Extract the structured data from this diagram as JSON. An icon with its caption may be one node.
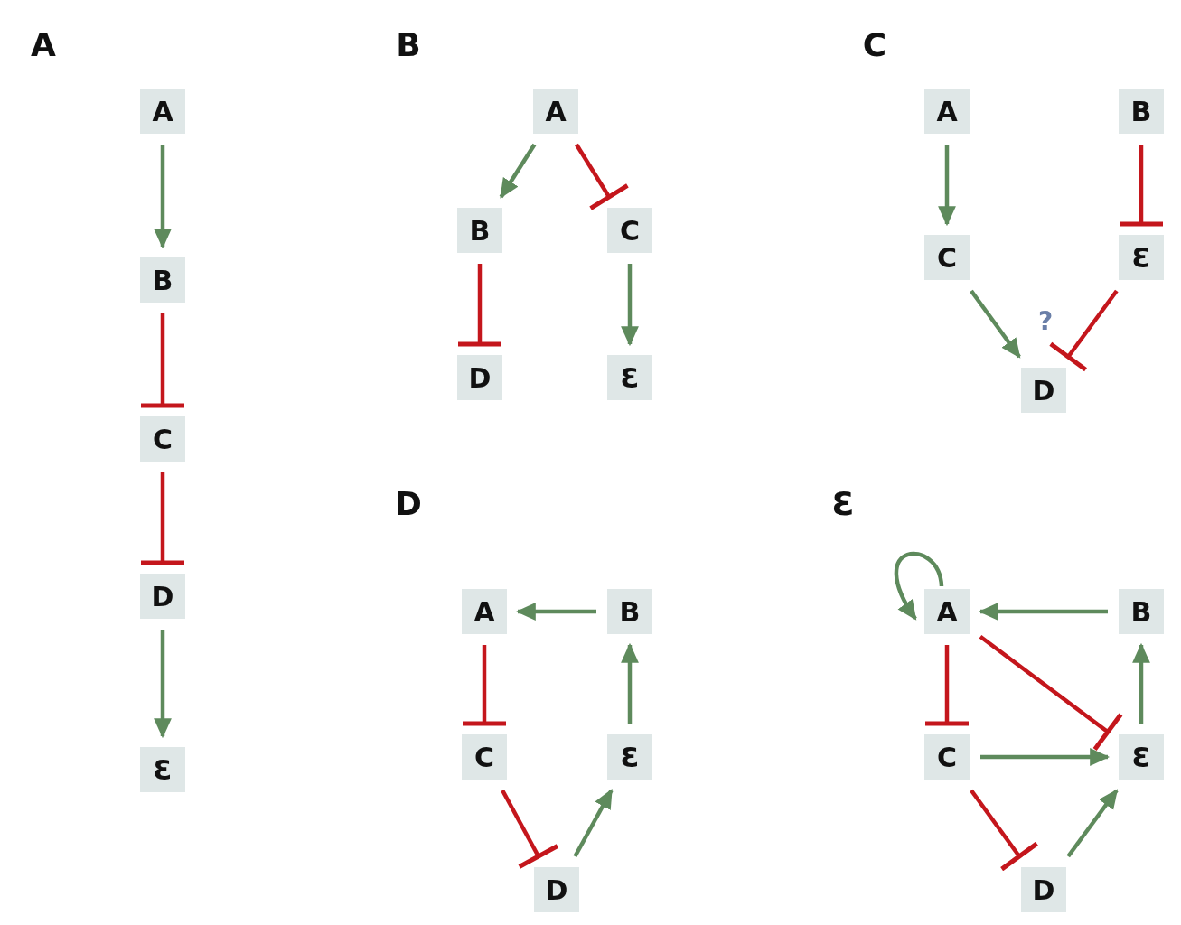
{
  "diagram": {
    "nodes": [
      {
        "text": [
          "A"
        ]
      },
      {
        "text": [
          "B"
        ]
      },
      {
        "text": [
          "C"
        ]
      },
      {
        "text": [
          "D"
        ]
      },
      {
        "text": [
          "Ɛ"
        ]
      },
      {
        "text": [
          "A"
        ]
      },
      {
        "text": [
          "B"
        ]
      },
      {
        "text": [
          "C"
        ]
      },
      {
        "text": [
          "D"
        ]
      },
      {
        "text": [
          "Ɛ"
        ]
      },
      {
        "text": [
          "A"
        ]
      },
      {
        "text": [
          "B"
        ]
      },
      {
        "text": [
          "C"
        ]
      },
      {
        "text": [
          "Ɛ"
        ]
      },
      {
        "text": [
          "D"
        ]
      },
      {
        "text": [
          "A"
        ]
      },
      {
        "text": [
          "B"
        ]
      },
      {
        "text": [
          "C"
        ]
      },
      {
        "text": [
          "Ɛ"
        ]
      },
      {
        "text": [
          "D"
        ]
      },
      {
        "text": [
          "A"
        ]
      },
      {
        "text": [
          "B"
        ]
      },
      {
        "text": [
          "C"
        ]
      },
      {
        "text": [
          "Ɛ"
        ]
      },
      {
        "text": [
          "D"
        ]
      }
    ],
    "edges": [
      {
        "from": 0,
        "to": 1,
        "arrow": "to"
      },
      {
        "from": 1,
        "to": 2,
        "arrow": "other",
        "color": "#c4161c"
      },
      {
        "from": 2,
        "to": 3,
        "arrow": "other",
        "color": "#c4161c"
      },
      {
        "from": 3,
        "to": 4,
        "arrow": "to"
      },
      {
        "from": 5,
        "to": 6,
        "arrow": "to"
      },
      {
        "from": 5,
        "to": 7,
        "arrow": "other",
        "color": "#c4161c"
      },
      {
        "from": 6,
        "to": 8,
        "arrow": "other",
        "color": "#c4161c"
      },
      {
        "from": 7,
        "to": 9,
        "arrow": "to"
      },
      {
        "from": 10,
        "to": 12,
        "arrow": "to"
      },
      {
        "from": 11,
        "to": 13,
        "arrow": "other",
        "color": "#c4161c"
      },
      {
        "from": 12,
        "to": 14,
        "arrow": "to"
      },
      {
        "from": 13,
        "to": 14,
        "arrow": "other",
        "color": "#c4161c"
      },
      {
        "from": 16,
        "to": 15,
        "arrow": "to"
      },
      {
        "from": 15,
        "to": 17,
        "arrow": "other",
        "color": "#c4161c"
      },
      {
        "from": 17,
        "to": 19,
        "arrow": "other",
        "color": "#c4161c"
      },
      {
        "from": 19,
        "to": 18,
        "arrow": "to"
      },
      {
        "from": 18,
        "to": 16,
        "arrow": "to"
      },
      {
        "from": 20,
        "to": 20,
        "arrow": "to"
      },
      {
        "from": 21,
        "to": 20,
        "arrow": "to"
      },
      {
        "from": 20,
        "to": 22,
        "arrow": "other",
        "color": "#c4161c"
      },
      {
        "from": 20,
        "to": 23,
        "arrow": "other",
        "color": "#c4161c"
      },
      {
        "from": 22,
        "to": 23,
        "arrow": "to"
      },
      {
        "from": 22,
        "to": 24,
        "arrow": "other",
        "color": "#c4161c"
      },
      {
        "from": 24,
        "to": 23,
        "arrow": "to"
      },
      {
        "from": 23,
        "to": 21,
        "arrow": "to"
      }
    ],
    "labels": [
      "A",
      "B",
      "C",
      "?",
      "D",
      "Ɛ"
    ]
  }
}
